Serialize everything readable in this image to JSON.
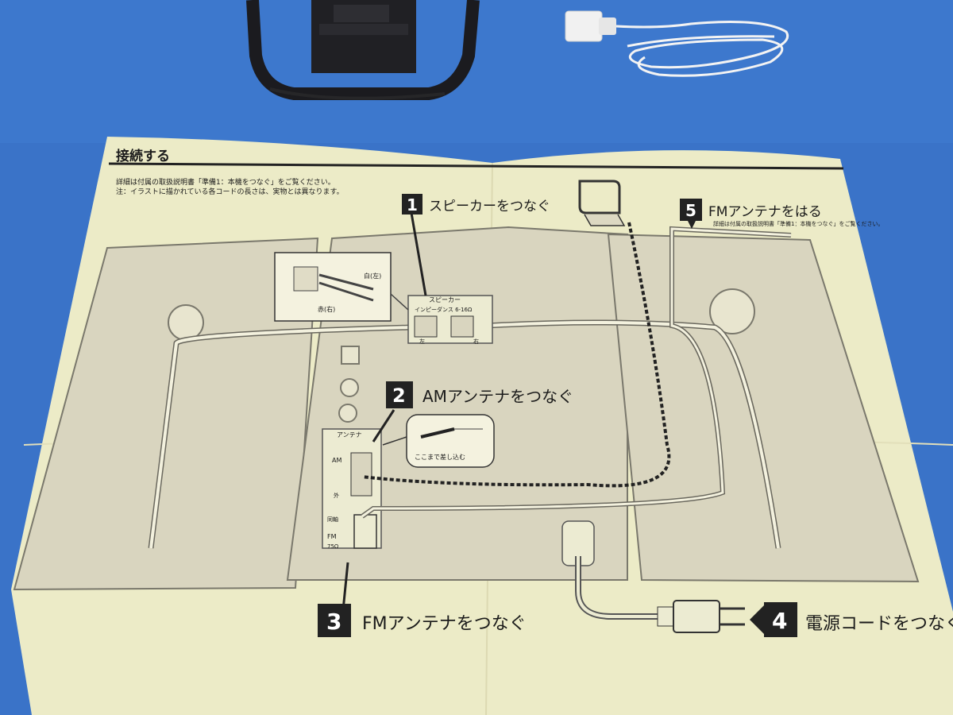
{
  "sheet": {
    "title": "接続する",
    "note_1": "詳細は付属の取扱説明書「準備1：本機をつなぐ」をご覧ください。",
    "note_2": "注：イラストに描かれている各コードの長さは、実物とは異なります。"
  },
  "steps": [
    {
      "number": "1",
      "label": "スピーカーをつなぐ"
    },
    {
      "number": "2",
      "label": "AMアンテナをつなぐ"
    },
    {
      "number": "3",
      "label": "FMアンテナをつなぐ"
    },
    {
      "number": "4",
      "label": "電源コードをつなぐ"
    },
    {
      "number": "5",
      "label": "FMアンテナをはる",
      "note": "詳細は付属の取扱説明書「準備1：本機をつなぐ」をご覧ください。"
    }
  ],
  "panel_labels": {
    "speaker": "スピーカー",
    "impedance": "インピーダンス 6-16Ω",
    "speaker_left_mark": "左",
    "speaker_right_mark": "右",
    "inset_white": "白(左)",
    "inset_red": "赤(右)",
    "antenna": "アンテナ",
    "am": "AM",
    "ground": "外",
    "coax": "同軸",
    "fm": "FM",
    "fm_ohm": "75Ω",
    "insert_note": "ここまで差し込む"
  }
}
